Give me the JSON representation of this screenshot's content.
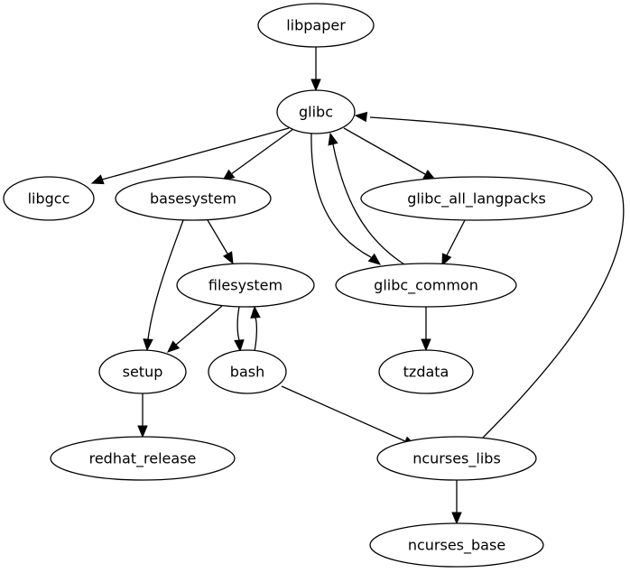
{
  "diagram": {
    "type": "directed-graph",
    "nodes": [
      {
        "id": "libpaper",
        "label": "libpaper"
      },
      {
        "id": "glibc",
        "label": "glibc"
      },
      {
        "id": "libgcc",
        "label": "libgcc"
      },
      {
        "id": "basesystem",
        "label": "basesystem"
      },
      {
        "id": "glibc_all_langpacks",
        "label": "glibc_all_langpacks"
      },
      {
        "id": "filesystem",
        "label": "filesystem"
      },
      {
        "id": "glibc_common",
        "label": "glibc_common"
      },
      {
        "id": "setup",
        "label": "setup"
      },
      {
        "id": "bash",
        "label": "bash"
      },
      {
        "id": "tzdata",
        "label": "tzdata"
      },
      {
        "id": "redhat_release",
        "label": "redhat_release"
      },
      {
        "id": "ncurses_libs",
        "label": "ncurses_libs"
      },
      {
        "id": "ncurses_base",
        "label": "ncurses_base"
      }
    ],
    "edges": [
      {
        "from": "libpaper",
        "to": "glibc"
      },
      {
        "from": "glibc",
        "to": "libgcc"
      },
      {
        "from": "glibc",
        "to": "basesystem"
      },
      {
        "from": "glibc",
        "to": "glibc_all_langpacks"
      },
      {
        "from": "glibc",
        "to": "glibc_common"
      },
      {
        "from": "glibc_common",
        "to": "glibc"
      },
      {
        "from": "glibc_all_langpacks",
        "to": "glibc_common"
      },
      {
        "from": "basesystem",
        "to": "filesystem"
      },
      {
        "from": "basesystem",
        "to": "setup"
      },
      {
        "from": "filesystem",
        "to": "setup"
      },
      {
        "from": "filesystem",
        "to": "bash"
      },
      {
        "from": "bash",
        "to": "filesystem"
      },
      {
        "from": "glibc_common",
        "to": "tzdata"
      },
      {
        "from": "setup",
        "to": "redhat_release"
      },
      {
        "from": "bash",
        "to": "ncurses_libs"
      },
      {
        "from": "ncurses_libs",
        "to": "glibc"
      },
      {
        "from": "ncurses_libs",
        "to": "ncurses_base"
      }
    ]
  }
}
